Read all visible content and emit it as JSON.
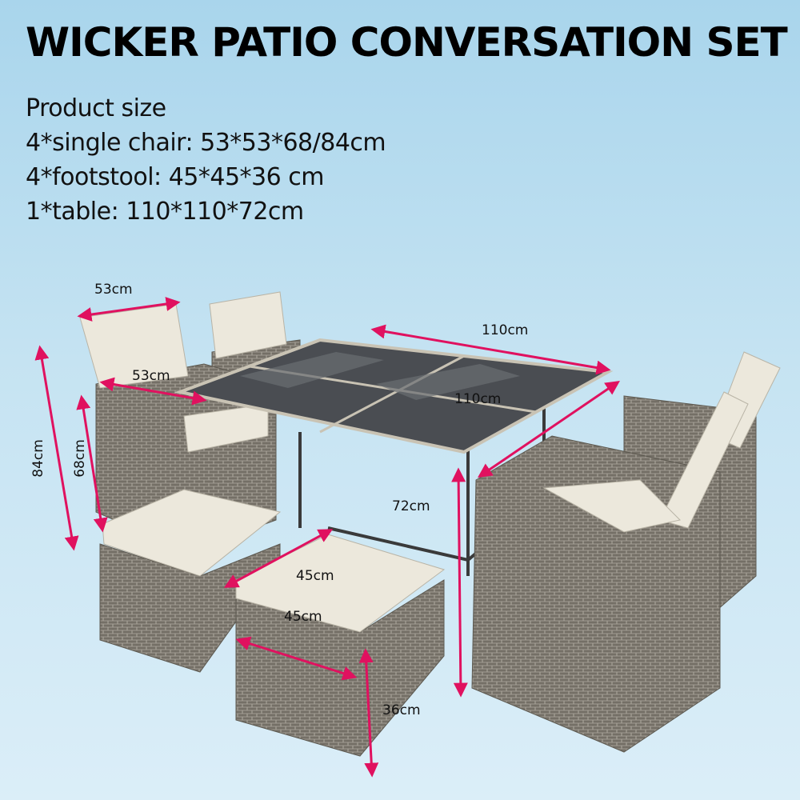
{
  "title": "WICKER PATIO CONVERSATION SET",
  "specs": {
    "heading": "Product size",
    "chair": "4*single chair: 53*53*68/84cm",
    "footstool": "4*footstool: 45*45*36 cm",
    "table": "1*table: 110*110*72cm"
  },
  "dimensions": {
    "chair_width": "53cm",
    "chair_depth": "53cm",
    "chair_height_total": "84cm",
    "chair_height_seat": "68cm",
    "table_width": "110cm",
    "table_depth": "110cm",
    "table_height": "72cm",
    "stool_width": "45cm",
    "stool_depth": "45cm",
    "stool_height": "36cm"
  },
  "colors": {
    "arrow": "#e0115f",
    "wicker": "#8a857c",
    "cushion": "#ece8dc",
    "glass": "#4a4d52"
  }
}
